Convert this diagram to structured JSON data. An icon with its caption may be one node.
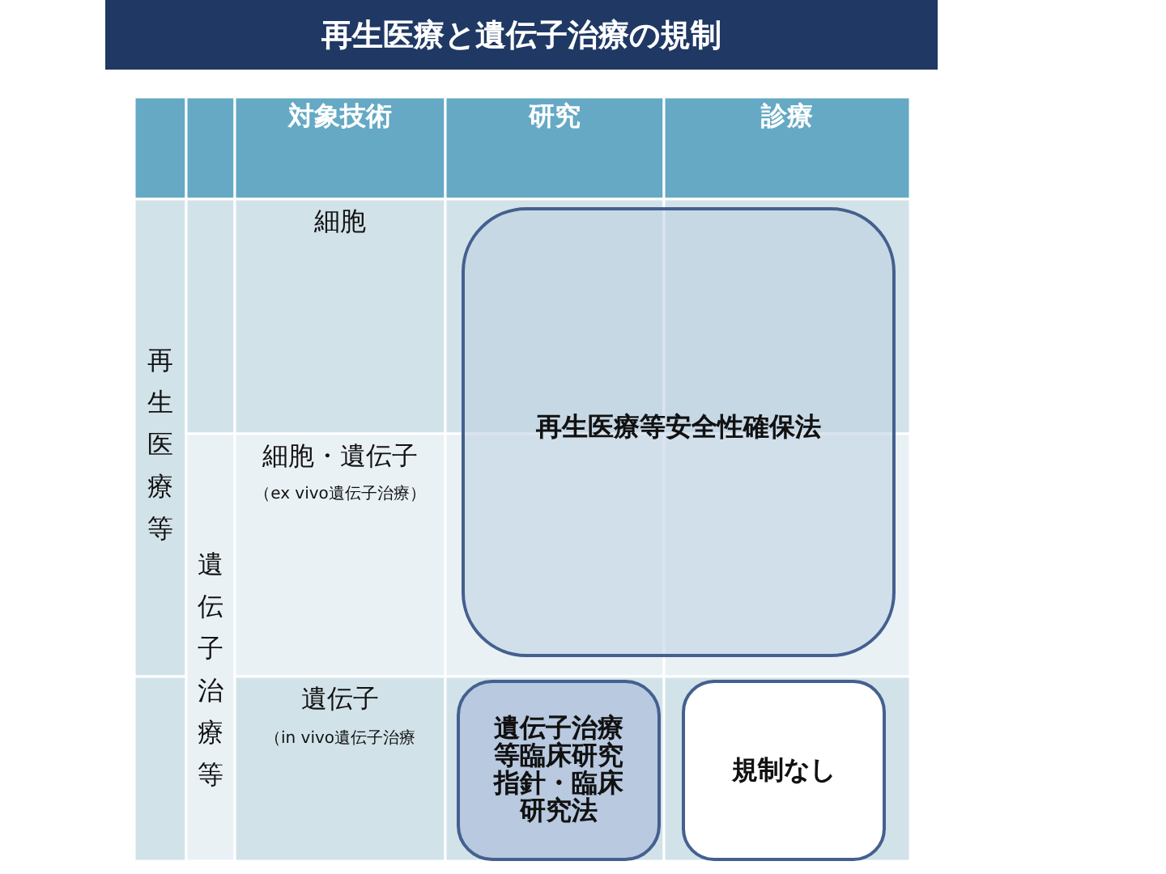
{
  "diagram": {
    "title": "再生医療と遺伝子治療の規制",
    "nodes": [
      {
        "text": [
          "再生医療等安全性確保法"
        ]
      },
      {
        "text": [
          "遺伝子治療等臨床研究指針・臨床研究法"
        ]
      },
      {
        "text": [
          "規制なし"
        ]
      }
    ],
    "edges": [],
    "labels": [
      "対象技術",
      "研究",
      "診療",
      "細胞",
      "再生医療等",
      "細胞・遺伝子",
      "（ex vivo遺伝子治療）",
      "遺伝子治療等",
      "遺伝子",
      "（in vivo遺伝子治療"
    ]
  }
}
